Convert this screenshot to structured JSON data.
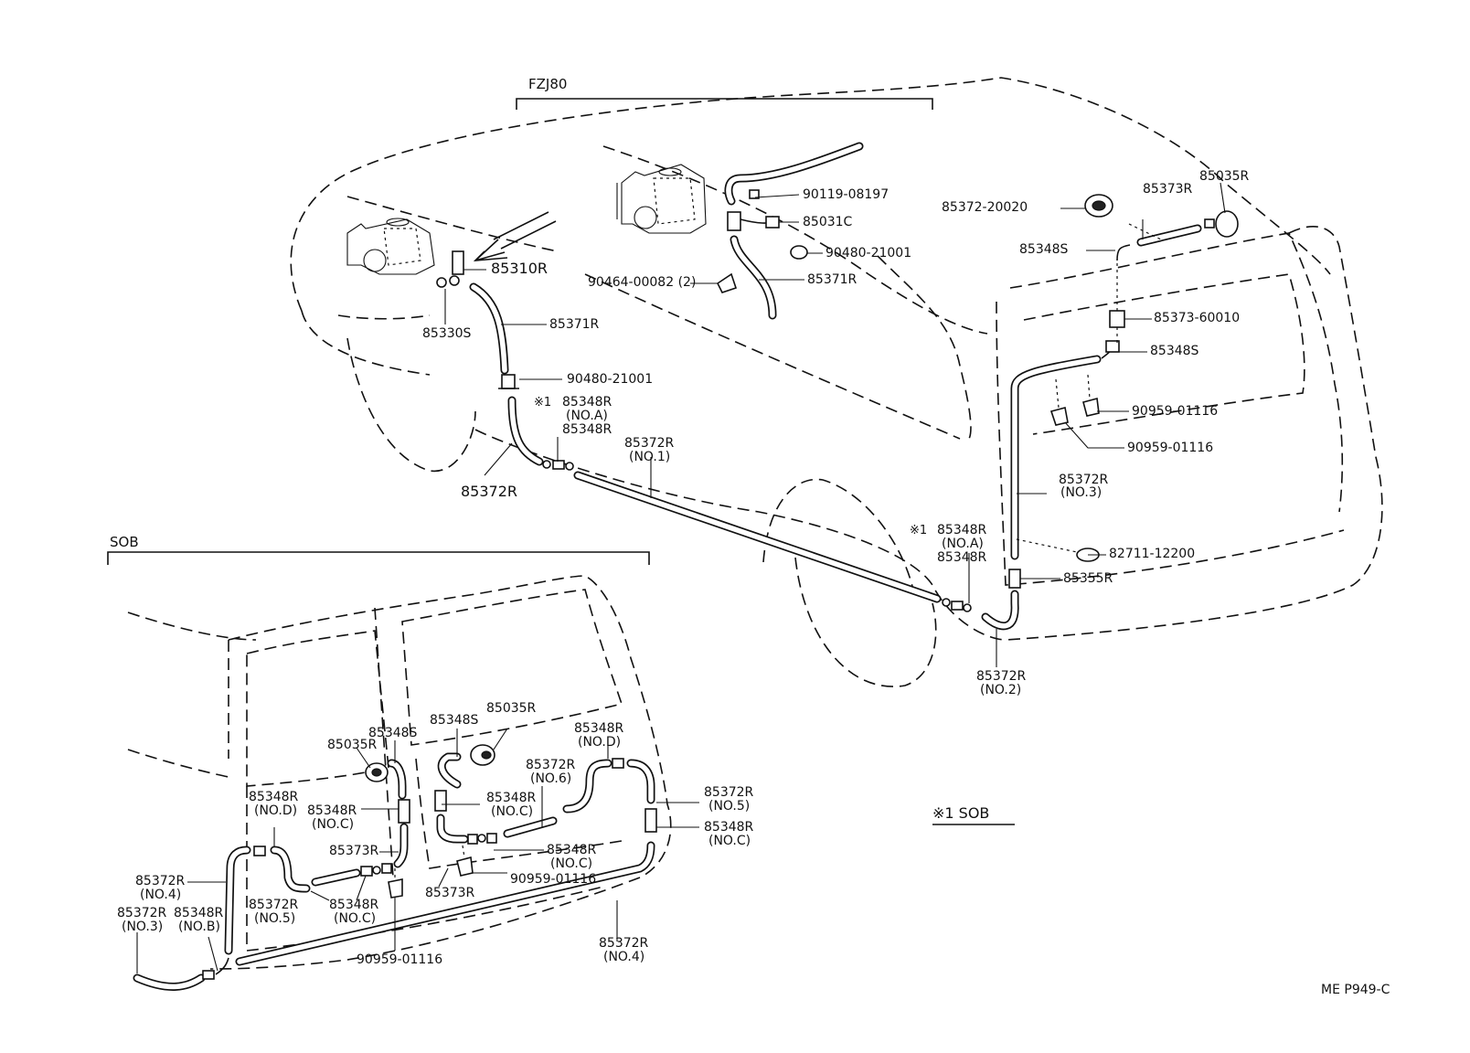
{
  "sections": {
    "fzj80": "FZJ80",
    "sob": "SOB",
    "note": "※1 SOB",
    "ref": "ME  P949-C"
  },
  "labels": {
    "p90119_08197": "90119-08197",
    "p85031C": "85031C",
    "p90480_21001_top": "90480-21001",
    "p90464_00082": "90464-00082 (2)",
    "p85371R_top": "85371R",
    "p85310R": "85310R",
    "p85330S": "85330S",
    "p85371R": "85371R",
    "p90480_21001": "90480-21001",
    "p_star1_left": "※1",
    "p85348R_NOA_left": "85348R",
    "noA_left": "(NO.A)",
    "p85348R_left": "85348R",
    "p85372R_NO1": "85372R",
    "no1": "(NO.1)",
    "p85372R_left": "85372R",
    "p85372_20020": "85372-20020",
    "p85373R_top": "85373R",
    "p85035R_top": "85035R",
    "p85348S_top": "85348S",
    "p85373_60010": "85373-60010",
    "p85348S_mid": "85348S",
    "p90959_01116_a": "90959-01116",
    "p90959_01116_b": "90959-01116",
    "p85372R_NO3": "85372R",
    "no3": "(NO.3)",
    "p_star1_right": "※1",
    "p85348R_NOA_right": "85348R",
    "noA_right": "(NO.A)",
    "p85348R_right": "85348R",
    "p82711_12200": "82711-12200",
    "p85355R": "85355R",
    "p85372R_NO2": "85372R",
    "no2": "(NO.2)",
    "s_85035R_a": "85035R",
    "s_85348S_a": "85348S",
    "s_85348S_b": "85348S",
    "s_85035R_b": "85035R",
    "s_85348R_NOD_r": "85348R",
    "s_noD_r": "(NO.D)",
    "s_85372R_NO6": "85372R",
    "s_no6": "(NO.6)",
    "s_85348R_NOD_l": "85348R",
    "s_noD_l": "(NO.D)",
    "s_85348R_NOC_a": "85348R",
    "s_noC_a": "(NO.C)",
    "s_85348R_NOC_b": "85348R",
    "s_noC_b": "(NO.C)",
    "s_85372R_NO5_r": "85372R",
    "s_no5_r": "(NO.5)",
    "s_85348R_NOC_r": "85348R",
    "s_noC_r": "(NO.C)",
    "s_85373R_a": "85373R",
    "s_85348R_NOC_c": "85348R",
    "s_noC_c": "(NO.C)",
    "s_90959_01116_a": "90959-01116",
    "s_85373R_b": "85373R",
    "s_85372R_NO4_l": "85372R",
    "s_no4_l": "(NO.4)",
    "s_85372R_NO5_l": "85372R",
    "s_no5_l": "(NO.5)",
    "s_85348R_NOC_d": "85348R",
    "s_noC_d": "(NO.C)",
    "s_85372R_NO3": "85372R",
    "s_no3": "(NO.3)",
    "s_85348R_NOB": "85348R",
    "s_noB": "(NO.B)",
    "s_90959_01116_b": "90959-01116",
    "s_85372R_NO4_r": "85372R",
    "s_no4_r": "(NO.4)"
  }
}
